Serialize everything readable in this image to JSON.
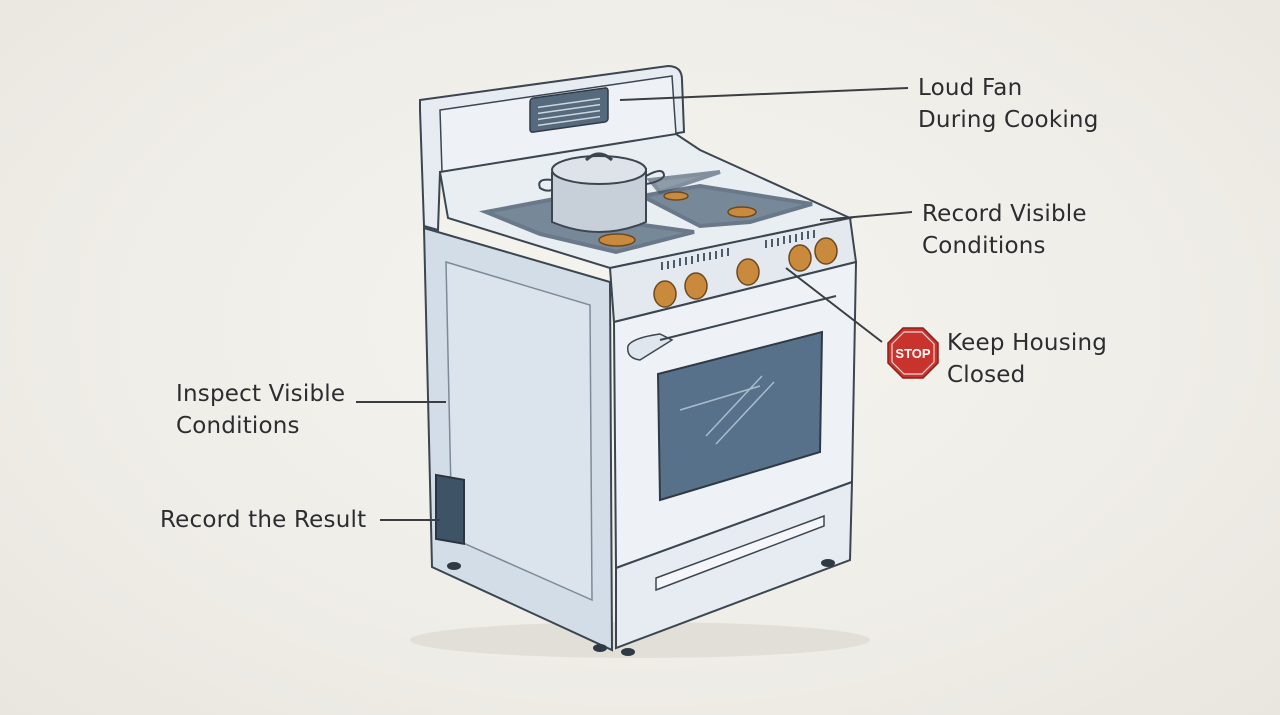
{
  "callouts": {
    "loud_fan": {
      "line1": "Loud Fan",
      "line2": "During Cooking"
    },
    "record_visible": {
      "line1": "Record Visible",
      "line2": "Conditions"
    },
    "keep_housing": {
      "line1": "Keep Housing",
      "line2": "Closed"
    },
    "inspect_visible": {
      "line1": "Inspect Visible",
      "line2": "Conditions"
    },
    "record_result": {
      "line1": "Record the Result"
    }
  },
  "stop_sign": {
    "text": "STOP",
    "color": "#c8332e"
  },
  "colors": {
    "background": "#f1efe9",
    "stove_body": "#dfe6ee",
    "stove_outline": "#3c4650",
    "oven_window": "#58718a",
    "knob": "#c98a3e",
    "grate": "#3f5366",
    "leader_line": "#3a3d42"
  },
  "icons": {
    "stove": "gas-range-illustration",
    "pot": "cooking-pot-icon",
    "stop": "stop-sign-icon"
  }
}
